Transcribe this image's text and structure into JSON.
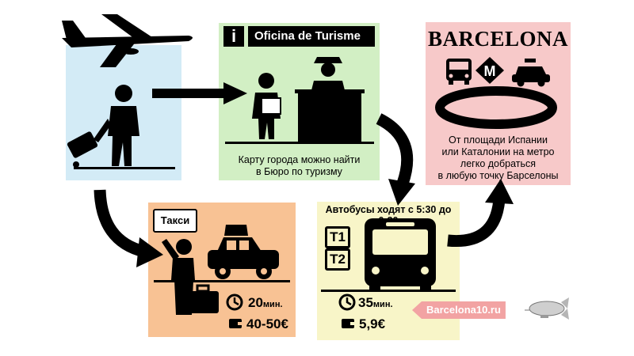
{
  "info": {
    "header": "Oficina de Turisme",
    "icon_letter": "i",
    "caption_line1": "Карту города можно найти",
    "caption_line2": "в Бюро по туризму"
  },
  "city": {
    "title": "BARCELONA",
    "metro_letter": "M",
    "caption_line1": "От площади Испании",
    "caption_line2": "или Каталонии на метро",
    "caption_line3": "легко добраться",
    "caption_line4": "в любую точку Барселоны"
  },
  "taxi": {
    "speech": "Такси",
    "time_value": "20",
    "time_unit": "мин.",
    "price": "40-50€"
  },
  "bus": {
    "hours": "Автобусы ходят с 5:30 до 0:30",
    "route1": "T1",
    "route2": "T2",
    "time_value": "35",
    "time_unit": "мин.",
    "price": "5,9€"
  },
  "site": "Barcelona10.ru",
  "icons": {
    "plane": "airplane-icon",
    "traveler": "traveler-with-suitcase-icon",
    "clerk": "tourist-office-clerk-icon",
    "taxi": "taxi-car-icon",
    "bus": "bus-front-icon",
    "clock": "clock-icon",
    "wallet": "wallet-icon",
    "blimp": "airship-icon"
  },
  "colors": {
    "arrive_panel": "#d3ebf6",
    "info_panel": "#d2efc4",
    "city_panel": "#f7c9c9",
    "taxi_panel": "#f8c294",
    "bus_panel": "#f8f5c8",
    "site_tag": "#f2a3a3"
  }
}
